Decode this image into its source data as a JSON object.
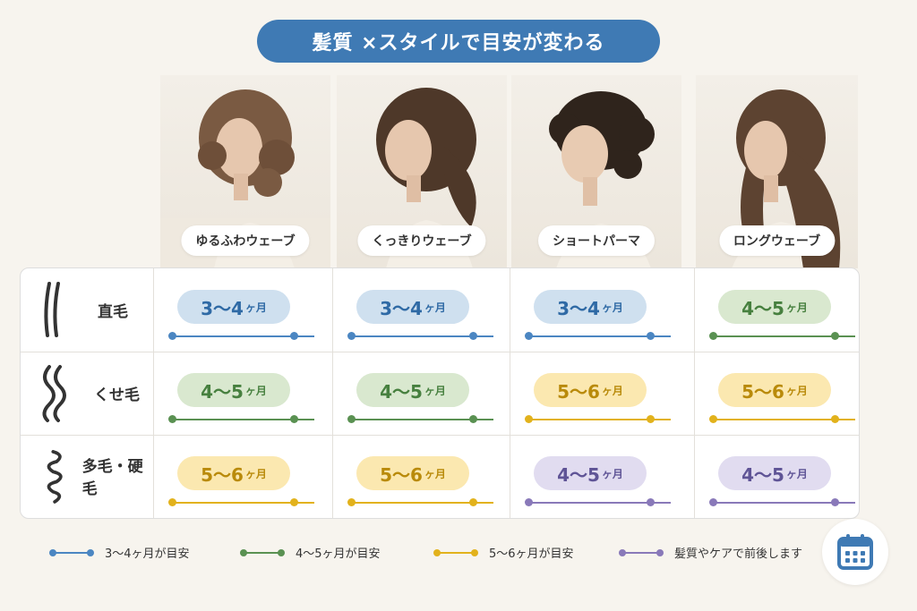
{
  "title": "髪質 ×スタイルで目安が変わる",
  "styles": [
    {
      "label": "ゆるふわウェーブ"
    },
    {
      "label": "くっきりウェーブ"
    },
    {
      "label": "ショートパーマ"
    },
    {
      "label": "ロングウェーブ"
    }
  ],
  "rows": [
    {
      "label": "直毛",
      "icon": "straight-hair-icon",
      "cells": [
        {
          "num": "3～4",
          "unit": "ヶ月",
          "tier": "blue"
        },
        {
          "num": "3～4",
          "unit": "ヶ月",
          "tier": "blue"
        },
        {
          "num": "3～4",
          "unit": "ヶ月",
          "tier": "blue"
        },
        {
          "num": "4～5",
          "unit": "ヶ月",
          "tier": "green"
        }
      ]
    },
    {
      "label": "くせ毛",
      "icon": "wavy-hair-icon",
      "cells": [
        {
          "num": "4～5",
          "unit": "ヶ月",
          "tier": "green"
        },
        {
          "num": "4～5",
          "unit": "ヶ月",
          "tier": "green"
        },
        {
          "num": "5～6",
          "unit": "ヶ月",
          "tier": "yellow"
        },
        {
          "num": "5～6",
          "unit": "ヶ月",
          "tier": "yellow"
        }
      ]
    },
    {
      "label": "多毛・硬毛",
      "icon": "curly-hair-icon",
      "cells": [
        {
          "num": "5～6",
          "unit": "ヶ月",
          "tier": "yellow"
        },
        {
          "num": "5～6",
          "unit": "ヶ月",
          "tier": "yellow"
        },
        {
          "num": "4～5",
          "unit": "ヶ月",
          "tier": "purple"
        },
        {
          "num": "4～5",
          "unit": "ヶ月",
          "tier": "purple"
        }
      ]
    }
  ],
  "tiers": {
    "blue": {
      "line": "#4b86c2",
      "pill": "#cfe0ef",
      "text": "#2f6aa5"
    },
    "green": {
      "line": "#5a9152",
      "pill": "#d9e8cf",
      "text": "#47803f"
    },
    "yellow": {
      "line": "#e2b21c",
      "pill": "#fbe8b0",
      "text": "#b98a0a"
    },
    "purple": {
      "line": "#8979b9",
      "pill": "#e1dcf0",
      "text": "#5f5496"
    }
  },
  "legend": [
    {
      "tier": "blue",
      "label": "3～4ヶ月が目安"
    },
    {
      "tier": "green",
      "label": "4～5ヶ月が目安"
    },
    {
      "tier": "yellow",
      "label": "5～6ヶ月が目安"
    },
    {
      "tier": "purple",
      "label": "髪質やケアで前後します"
    }
  ],
  "calendar_icon": "calendar-icon"
}
